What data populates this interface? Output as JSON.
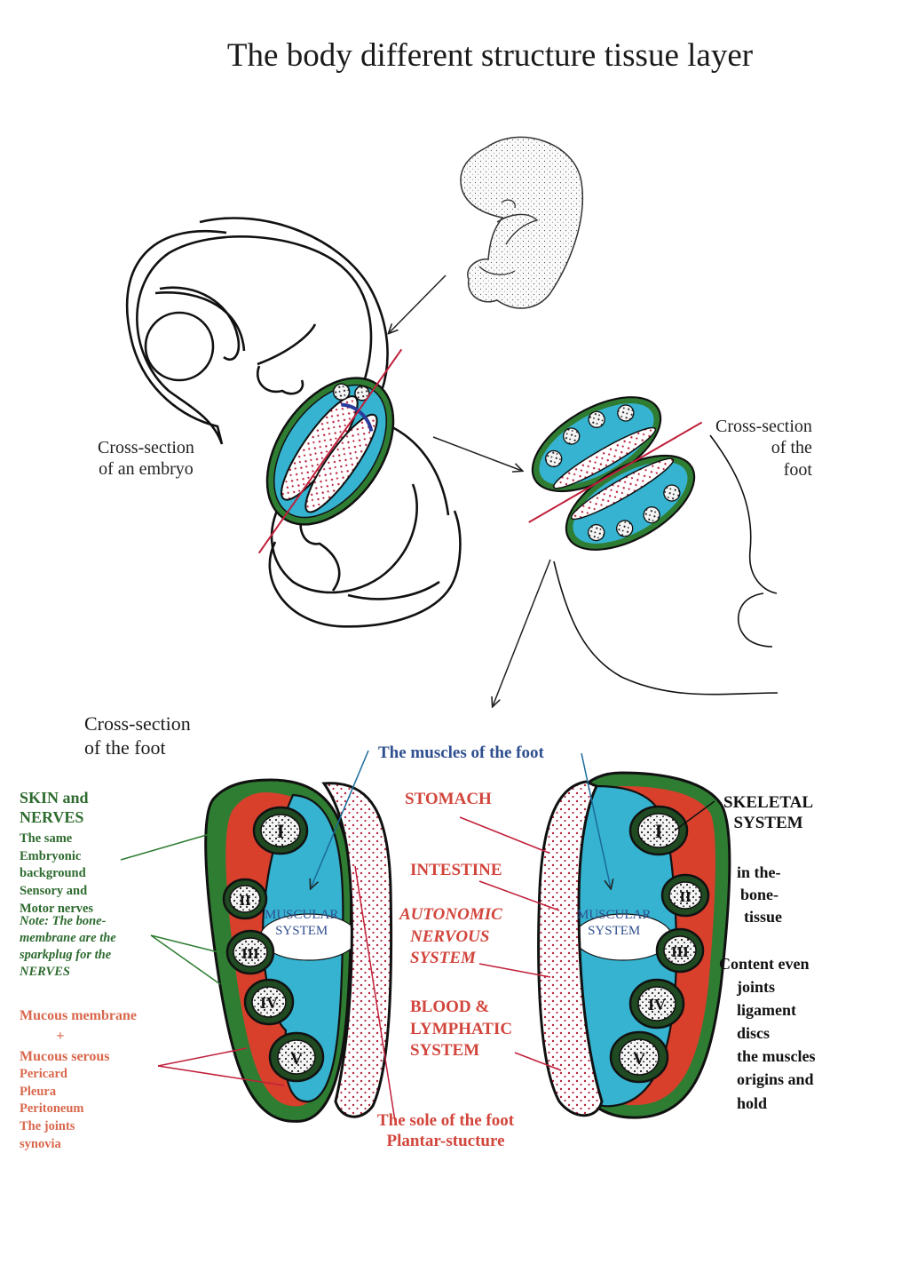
{
  "title": "The body different structure tissue layer",
  "labels": {
    "embryo_cross_section": [
      "Cross-section",
      "of  an embryo"
    ],
    "foot_cross_section_small": [
      "Cross-section",
      "of the",
      "foot"
    ],
    "foot_cross_section_main": [
      "Cross-section",
      "of the foot"
    ],
    "muscles_of_foot": "The muscles of the foot",
    "skin_and_nerves": {
      "heading": [
        "SKIN and",
        "NERVES"
      ],
      "body": [
        "The same",
        "Embryonic",
        "background",
        "Sensory and",
        "Motor nerves"
      ],
      "note": [
        "Note: The bone-",
        "membrane are the",
        "sparkplug for the",
        "NERVES"
      ]
    },
    "mucous": {
      "heading": [
        "Mucous membrane",
        "+",
        "Mucous serous"
      ],
      "list": [
        "Pericard",
        "Pleura",
        "Peritoneum",
        "The joints",
        "synovia"
      ]
    },
    "stomach": "STOMACH",
    "intestine": "INTESTINE",
    "autonomic": [
      "AUTONOMIC",
      "NERVOUS",
      "SYSTEM"
    ],
    "blood": [
      "BLOOD &",
      "LYMPHATIC",
      "SYSTEM"
    ],
    "sole": [
      "The sole of the foot",
      "Plantar-stucture"
    ],
    "skeletal": [
      "SKELETAL",
      "SYSTEM"
    ],
    "bone_tissue": [
      "in the-",
      "bone-",
      "tissue"
    ],
    "content": [
      "Content even",
      "joints",
      "ligament",
      "discs",
      "the muscles",
      "origins and",
      "hold"
    ],
    "muscular_system": [
      "MUSCULAR",
      "SYSTEM"
    ],
    "bone_numerals_left": [
      "I",
      "II",
      "III",
      "IV",
      "V"
    ],
    "bone_numerals_right": [
      "I",
      "II",
      "III",
      "IV",
      "V"
    ]
  },
  "colors": {
    "skin": "#2f7d32",
    "mucous": "#d8402c",
    "muscle": "#35b3d0",
    "sole_dots": "#b8233d",
    "blue_text": "#2f4f8f",
    "red_text": "#d2453c",
    "green_text": "#2e6b2f"
  }
}
